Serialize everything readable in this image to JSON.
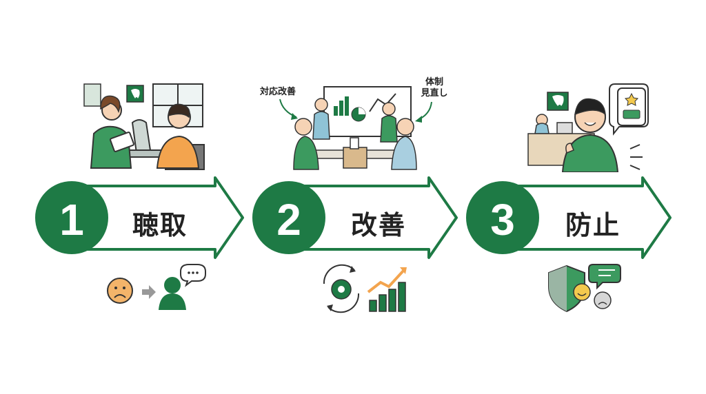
{
  "steps": [
    {
      "number": "1",
      "title": "聴取"
    },
    {
      "number": "2",
      "title": "改善"
    },
    {
      "number": "3",
      "title": "防止"
    }
  ],
  "illustration2": {
    "callout_left": "対応改善",
    "callout_right_line1": "体制",
    "callout_right_line2": "見直し"
  },
  "icons": [
    "sad-face-icon",
    "arrow-right-icon",
    "person-speaking-icon",
    "gear-cycle-icon",
    "growth-chart-icon",
    "shield-icon",
    "happy-face-icon",
    "angry-face-icon",
    "speech-bubble-icon",
    "tooth-icon",
    "star-rating-icon"
  ],
  "colors": {
    "accent": "#1e7a45",
    "accent_light": "#3c9a5f",
    "orange": "#f3a44e",
    "gray": "#999999"
  }
}
